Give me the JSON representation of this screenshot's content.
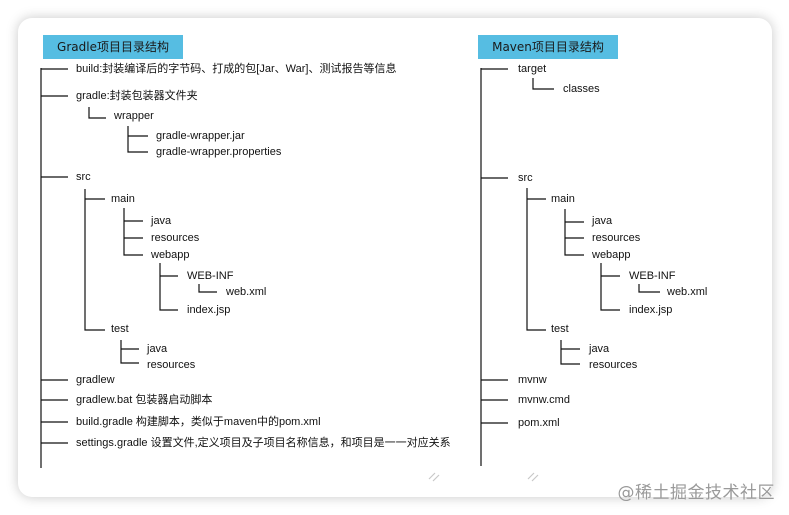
{
  "gradle": {
    "title": "Gradle项目目录结构",
    "items": {
      "build": "build:封装编译后的字节码、打成的包[Jar、War]、测试报告等信息",
      "gradle": "gradle:封装包装器文件夹",
      "wrapper": "wrapper",
      "wrapper_jar": "gradle-wrapper.jar",
      "wrapper_props": "gradle-wrapper.properties",
      "src": "src",
      "main": "main",
      "java": "java",
      "resources": "resources",
      "webapp": "webapp",
      "webinf": "WEB-INF",
      "webxml": "web.xml",
      "indexjsp": "index.jsp",
      "test": "test",
      "test_java": "java",
      "test_resources": "resources",
      "gradlew": "gradlew",
      "gradlew_bat": "gradlew.bat 包装器启动脚本",
      "build_gradle": "build.gradle 构建脚本，类似于maven中的pom.xml",
      "settings_gradle": "settings.gradle 设置文件,定义项目及子项目名称信息，和项目是一一对应关系"
    }
  },
  "maven": {
    "title": "Maven项目目录结构",
    "items": {
      "target": "target",
      "classes": "classes",
      "src": "src",
      "main": "main",
      "java": "java",
      "resources": "resources",
      "webapp": "webapp",
      "webinf": "WEB-INF",
      "webxml": "web.xml",
      "indexjsp": "index.jsp",
      "test": "test",
      "test_java": "java",
      "test_resources": "resources",
      "mvnw": "mvnw",
      "mvnw_cmd": "mvnw.cmd",
      "pom": "pom.xml"
    }
  },
  "watermark": "@稀土掘金技术社区",
  "colors": {
    "header": "#56bde2",
    "line": "#111111"
  }
}
